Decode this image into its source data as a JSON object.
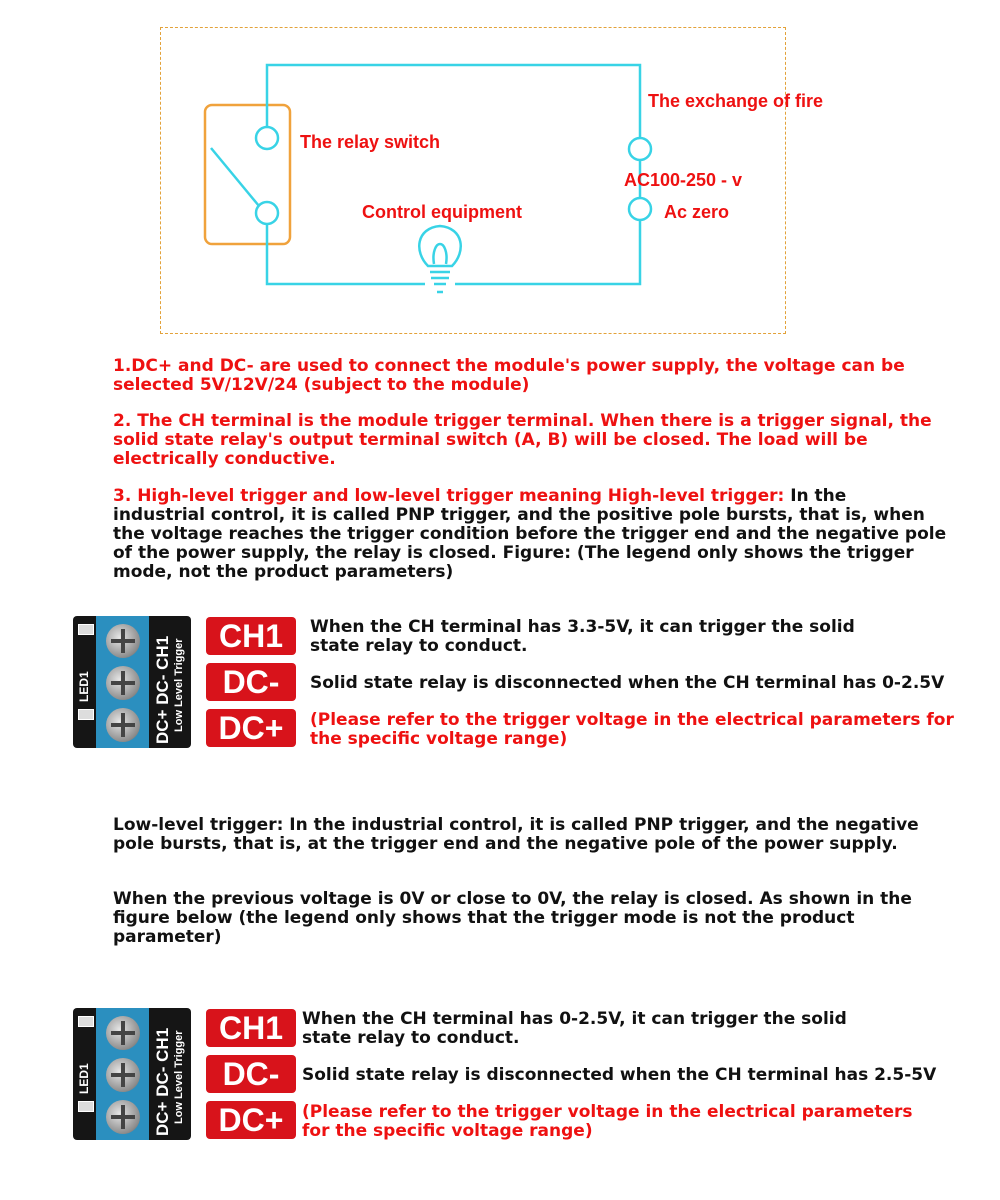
{
  "diagram": {
    "labels": {
      "relay_switch": "The relay switch",
      "exchange_fire": "The exchange of fire",
      "ac_voltage": "AC100-250 - v",
      "ac_zero": "Ac zero",
      "control_equipment": "Control equipment"
    },
    "colors": {
      "wire": "#38d3e6",
      "relay_box": "#f0a23c",
      "frame": "#e3a23a",
      "label": "#ee1111"
    }
  },
  "para1": "1.DC+ and DC- are used to connect the module's power supply, the voltage can be\nselected 5V/12V/24 (subject to the module)",
  "para2": "2. The CH terminal is the module trigger terminal. When there is a trigger signal, the\nsolid state relay's output terminal switch (A, B) will be closed. The load will be\nelectrically conductive.",
  "para3_red": "3. High-level trigger and low-level trigger meaning High-level trigger:",
  "para3_black": " In the\nindustrial control, it is called PNP trigger, and the positive pole bursts, that is, when\nthe voltage reaches the trigger condition before the trigger end and the negative pole\nof the power supply, the relay is closed. Figure: (The legend only shows the trigger\nmode, not the product parameters)",
  "board_silk": {
    "led": "LED1",
    "terminals": "DC+ DC- CH1",
    "trigger": "Low Level Trigger"
  },
  "section1": {
    "tags": [
      "CH1",
      "DC-",
      "DC+"
    ],
    "ch_desc": "When the CH terminal has 3.3-5V, it can trigger the solid\nstate relay to conduct.",
    "dcm_desc": "Solid state relay is disconnected when the CH terminal has 0-2.5V",
    "dcp_desc": "(Please refer to the trigger voltage in the electrical parameters for\n the specific voltage range)"
  },
  "low_trigger_para": "Low-level trigger: In the industrial control, it is called PNP trigger, and the negative\npole bursts, that is, at the trigger end and the negative pole of the power supply.",
  "prev_voltage_para": "When the previous voltage is 0V or close to 0V, the relay is closed. As shown in the\nfigure below (the legend only shows that the trigger mode is not the product\nparameter)",
  "section2": {
    "tags": [
      "CH1",
      "DC-",
      "DC+"
    ],
    "ch_desc": "When the CH terminal has 0-2.5V, it can trigger the solid\nstate relay to conduct.",
    "dcm_desc": "Solid state relay is disconnected when the CH terminal has 2.5-5V",
    "dcp_desc": "(Please refer to the trigger voltage in the electrical parameters\n for the specific voltage range)"
  }
}
